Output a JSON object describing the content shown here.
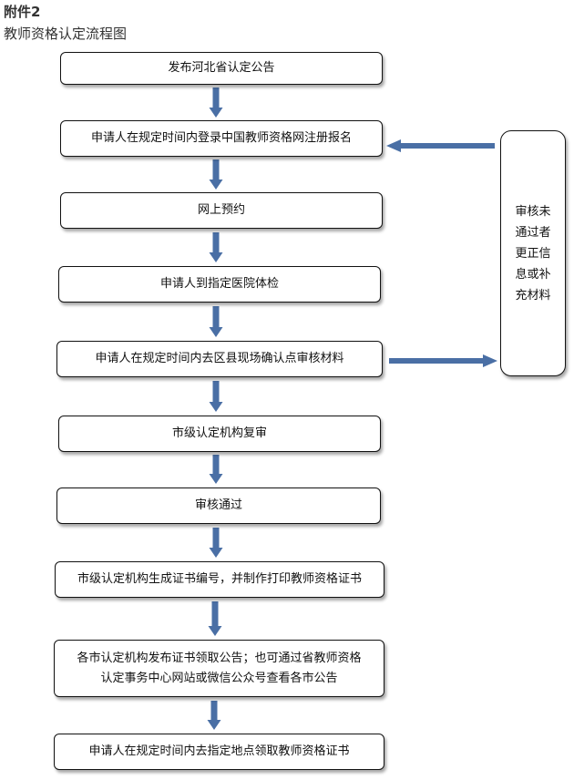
{
  "header": {
    "attachment": "附件2",
    "title": "教师资格认定流程图"
  },
  "steps": [
    "发布河北省认定公告",
    "申请人在规定时间内登录中国教师资格网注册报名",
    "网上预约",
    "申请人到指定医院体检",
    "申请人在规定时间内去区县现场确认点审核材料",
    "市级认定机构复审",
    "审核通过",
    "市级认定机构生成证书编号，并制作打印教师资格证书",
    "各市认定机构发布证书领取公告；也可通过省教师资格\n认定事务中心网站或微信公众号查看各市公告",
    "申请人在规定时间内去指定地点领取教师资格证书"
  ],
  "side_note": "审核未通过者更正信息或补充材料",
  "colors": {
    "arrow": "#4a6fa5",
    "border": "#111111"
  }
}
